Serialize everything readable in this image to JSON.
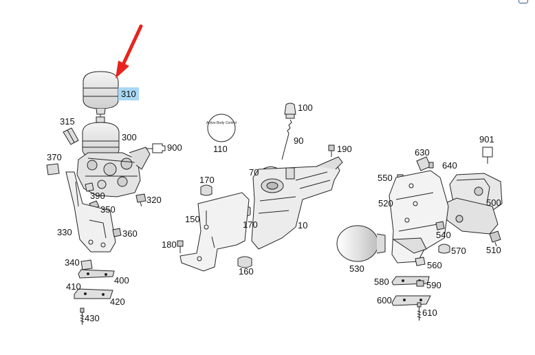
{
  "labels": {
    "l310": "310",
    "l315": "315",
    "l300": "300",
    "l900": "900",
    "l370": "370",
    "l390": "390",
    "l350": "350",
    "l320": "320",
    "l330": "330",
    "l360": "360",
    "l340": "340",
    "l400": "400",
    "l410": "410",
    "l420": "420",
    "l430": "430",
    "l100": "100",
    "l110": "110",
    "l90": "90",
    "l190": "190",
    "l70": "70",
    "l170a": "170",
    "l150": "150",
    "l170b": "170",
    "l10": "10",
    "l180": "180",
    "l160": "160",
    "l630": "630",
    "l640": "640",
    "l901": "901",
    "l550": "550",
    "l520": "520",
    "l500": "500",
    "l540": "540",
    "l570": "570",
    "l510": "510",
    "l530": "530",
    "l560": "560",
    "l580": "580",
    "l590": "590",
    "l600": "600",
    "l610": "610"
  },
  "badge_text": "Active Body Control",
  "colors": {
    "highlight": "#a9d8f4",
    "arrow": "#e8231f",
    "line": "#222222",
    "fill": "#e9e9e9"
  }
}
